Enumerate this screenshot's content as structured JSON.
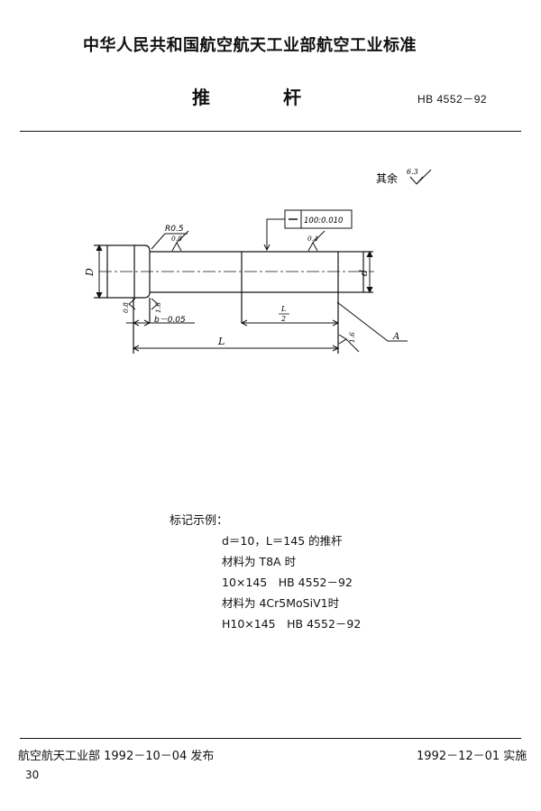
{
  "header": {
    "organization": "中华人民共和国航空航天工业部航空工业标准",
    "title_char_1": "推",
    "title_char_2": "杆",
    "standard_no": "HB 4552－92"
  },
  "drawing": {
    "surface_rest": "其余",
    "roughness_rest": "6.3",
    "tolerance_value": "100:0.010",
    "radius": "R0.5",
    "roughness_shank": "0.8",
    "roughness_end": "0.4",
    "roughness_head": "0.8",
    "roughness_face": "1.6",
    "dim_D": "D",
    "dim_d": "d",
    "dim_b": "b－0.05",
    "dim_half_L_num": "L",
    "dim_half_L_den": "2",
    "dim_L": "L",
    "roughness_leader": "1.6",
    "datum": "A"
  },
  "example": {
    "heading": "标记示例：",
    "lines": [
      "d＝10，L＝145 的推杆",
      "材料为 T8A 时",
      "10×145　HB 4552－92",
      "材料为 4Cr5MoSiV1时",
      "H10×145　HB 4552－92"
    ]
  },
  "footer": {
    "issued": "航空航天工业部 1992－10－04 发布",
    "effective": "1992－12－01 实施",
    "page": "30"
  }
}
